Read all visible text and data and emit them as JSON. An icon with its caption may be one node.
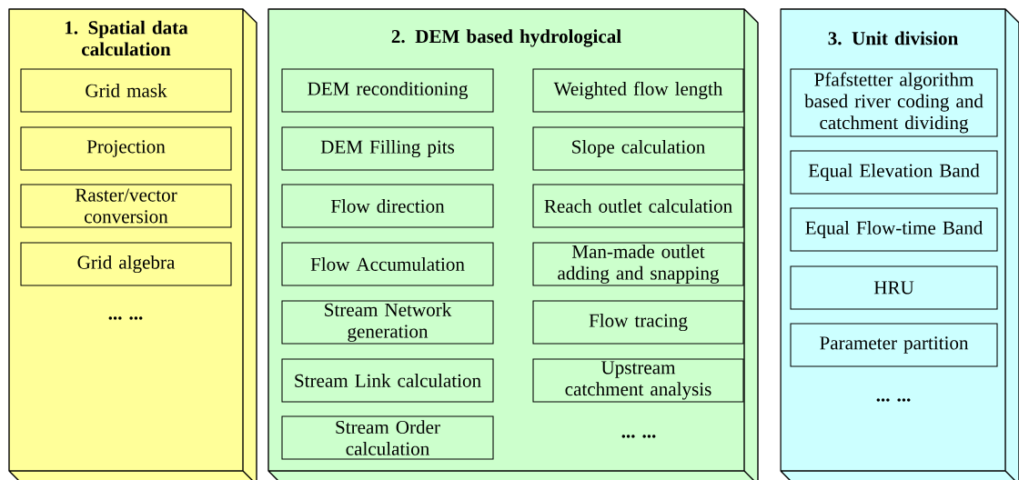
{
  "diagram": {
    "nodes": [
      {
        "text": [
          "1. Spatial data calculation",
          "... ..."
        ]
      },
      {
        "text": [
          "Grid mask"
        ],
        "in": 0
      },
      {
        "text": [
          "Projection"
        ],
        "in": 0
      },
      {
        "text": [
          "Raster/vector conversion"
        ],
        "in": 0
      },
      {
        "text": [
          "Grid algebra"
        ],
        "in": 0
      },
      {
        "text": [
          "2. DEM based hydrological",
          "... ..."
        ]
      },
      {
        "text": [
          "DEM reconditioning"
        ],
        "in": 5
      },
      {
        "text": [
          "DEM Filling pits"
        ],
        "in": 5
      },
      {
        "text": [
          "Flow direction"
        ],
        "in": 5
      },
      {
        "text": [
          "Flow Accumulation"
        ],
        "in": 5
      },
      {
        "text": [
          "Stream Network generation"
        ],
        "in": 5
      },
      {
        "text": [
          "Stream Link calculation"
        ],
        "in": 5
      },
      {
        "text": [
          "Stream Order calculation"
        ],
        "in": 5
      },
      {
        "text": [
          "Weighted flow length"
        ],
        "in": 5
      },
      {
        "text": [
          "Slope calculation"
        ],
        "in": 5
      },
      {
        "text": [
          "Reach outlet calculation"
        ],
        "in": 5
      },
      {
        "text": [
          "Man-made outlet adding and snapping"
        ],
        "in": 5
      },
      {
        "text": [
          "Flow tracing"
        ],
        "in": 5
      },
      {
        "text": [
          "Upstream catchment analysis"
        ],
        "in": 5
      },
      {
        "text": [
          "3. Unit division",
          "... ..."
        ]
      },
      {
        "text": [
          "Pfafstetter algorithm based river coding and catchment dividing"
        ],
        "in": 19
      },
      {
        "text": [
          "Equal Elevation Band"
        ],
        "in": 19
      },
      {
        "text": [
          "Equal Flow-time Band"
        ],
        "in": 19
      },
      {
        "text": [
          "HRU"
        ],
        "in": 19
      },
      {
        "text": [
          "Parameter partition"
        ],
        "in": 19
      }
    ]
  }
}
